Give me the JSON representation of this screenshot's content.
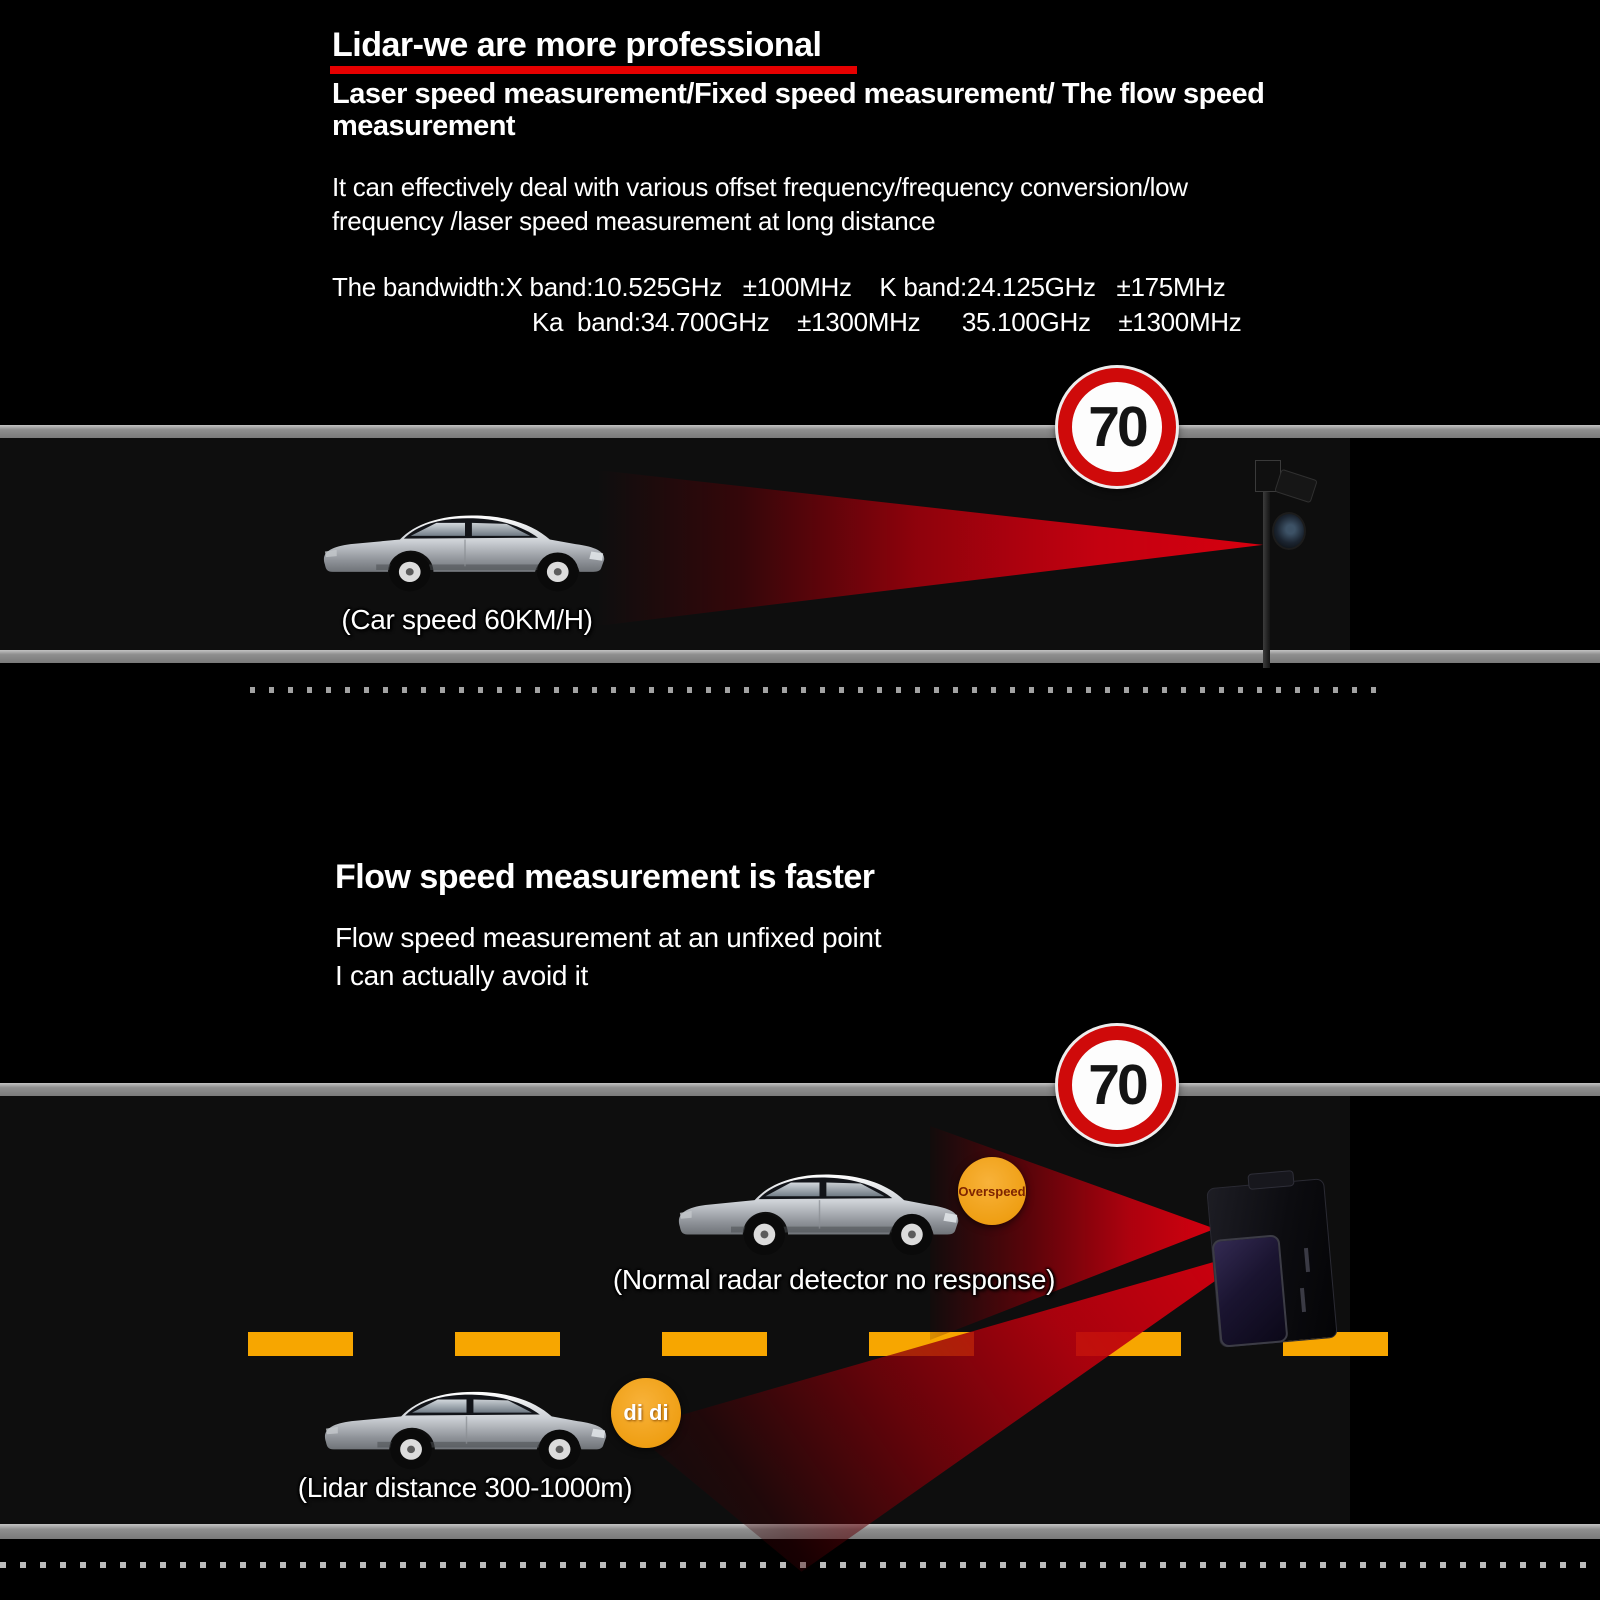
{
  "header": {
    "title": "Lidar-we are more professional",
    "subtitle_lines": [
      "Laser speed measurement/Fixed speed measurement/ The flow speed",
      "measurement"
    ],
    "body_lines": [
      "It can effectively deal with various offset frequency/frequency conversion/low",
      "frequency /laser speed measurement at long distance"
    ],
    "bandwidth_lines": [
      "The bandwidth:X band:10.525GHz   ±100MHz    K band:24.125GHz   ±175MHz",
      "Ka  band:34.700GHz    ±1300MHz      35.100GHz    ±1300MHz"
    ]
  },
  "scene1": {
    "sign_text": "70",
    "caption": "(Car speed 60KM/H)"
  },
  "section2": {
    "title": "Flow speed measurement is faster",
    "lines": [
      "Flow speed measurement at an unfixed point",
      "I can actually avoid it"
    ]
  },
  "scene2": {
    "sign_text": "70",
    "overspeed_badge": "Overspeed",
    "caption_upper": "(Normal radar detector no response)",
    "didi_badge": "di di",
    "caption_lower": "(Lidar distance 300-1000m)"
  },
  "colors": {
    "background": "#000000",
    "accent_red": "#e60000",
    "beam_red": "#d4000f",
    "sign_ring_red": "#cf0a0a",
    "lane_dash_orange": "#f7a600",
    "alert_circle_orange": "#f0a122",
    "road_bar_gray": "#8a8a8a",
    "car_silver": "#c9cdd2"
  }
}
